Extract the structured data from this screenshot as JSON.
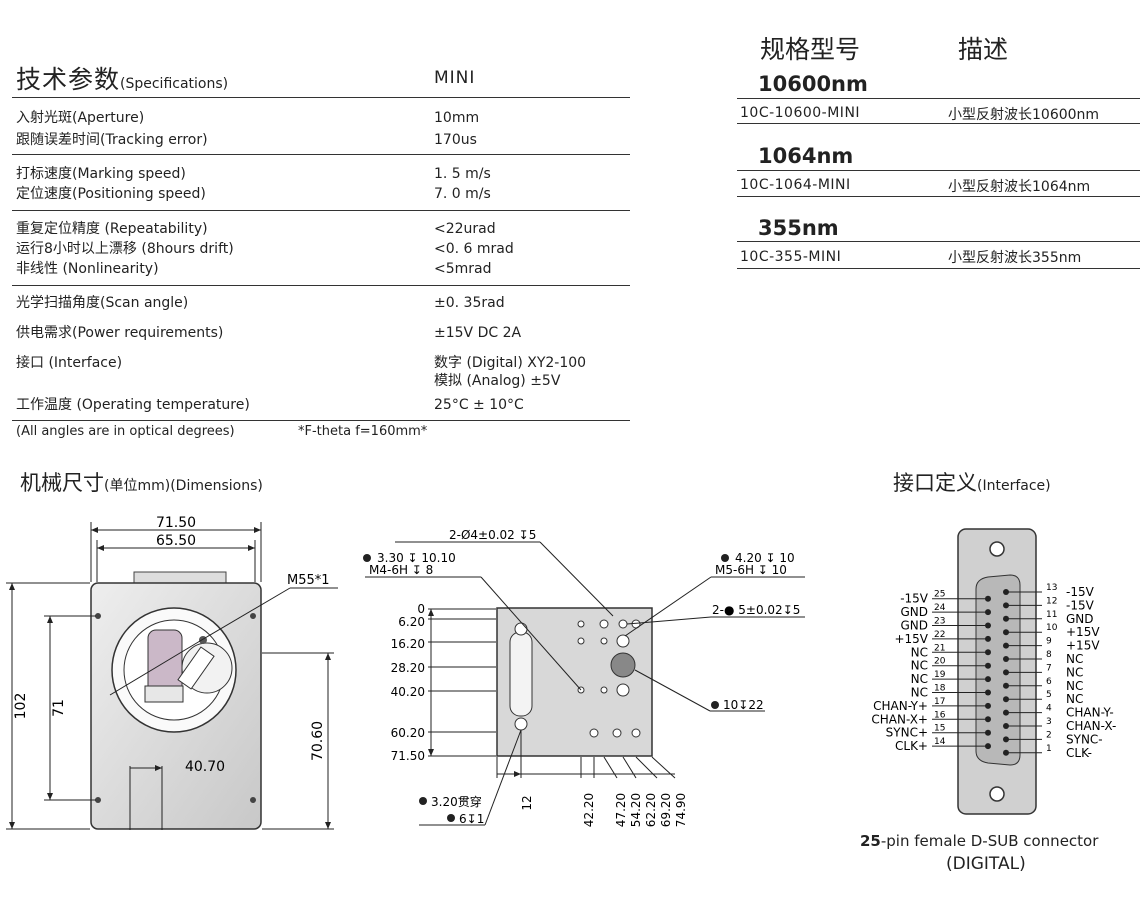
{
  "specs": {
    "title_cn": "技术参数",
    "title_en": "(Specifications)",
    "model_col": "MINI",
    "rows": [
      {
        "label": "入射光斑(Aperture)",
        "value": "10mm"
      },
      {
        "label": "跟随误差时间(Tracking error)",
        "value": "170us"
      },
      {
        "label": "打标速度(Marking speed)",
        "value": "1. 5  m/s"
      },
      {
        "label": "定位速度(Positioning speed)",
        "value": "7. 0  m/s"
      },
      {
        "label": "重复定位精度 (Repeatability)",
        "value": "<22urad"
      },
      {
        "label": "运行8小时以上漂移 (8hours drift)",
        "value": "<0. 6  mrad"
      },
      {
        "label": "非线性 (Nonlinearity)",
        "value": "<5mrad"
      },
      {
        "label": "光学扫描角度(Scan angle)",
        "value": "±0. 35rad"
      },
      {
        "label": "供电需求(Power requirements)",
        "value": "±15V  DC    2A"
      },
      {
        "label": "接口 (Interface)",
        "value": "数字 (Digital)    XY2-100"
      },
      {
        "label": "",
        "value": "模拟 (Analog)  ±5V"
      },
      {
        "label": "工作温度 (Operating temperature)",
        "value": "25°C ± 10°C"
      }
    ],
    "footnote_left": "(All angles are in optical degrees)",
    "footnote_right": "*F-theta    f=160mm*"
  },
  "models": {
    "head_model": "规格型号",
    "head_desc": "描述",
    "groups": [
      {
        "band": "10600nm",
        "model": "10C-10600-MINI",
        "desc": "小型反射波长10600nm"
      },
      {
        "band": "1064nm",
        "model": "10C-1064-MINI",
        "desc": "小型反射波长1064nm"
      },
      {
        "band": "355nm",
        "model": "10C-355-MINI",
        "desc": "小型反射波长355nm"
      }
    ]
  },
  "dimensions": {
    "title_cn": "机械尺寸",
    "title_unit": "(单位mm)",
    "title_en": "(Dimensions)",
    "front": {
      "w1": "71.50",
      "w2": "65.50",
      "h1": "102",
      "h2": "71",
      "h3": "70.60",
      "b": "40.70",
      "thread": "M55*1"
    },
    "side": {
      "hole_top": "2-Ø4±0.02",
      "hole_top_depth": "5",
      "h1": "3.30",
      "h1_depth": "10.10",
      "m4": "M4-6H",
      "m4_depth": "8",
      "h2": "4.20",
      "h2_depth": "10",
      "m5": "M5-6H",
      "m5_depth": "10",
      "h3": "2-",
      "h3b": "5±0.02",
      "h3_depth": "5",
      "h4": "10",
      "h4_depth": "22",
      "h5": "3.20贯穿",
      "h6": "6",
      "h6_depth": "1",
      "y_ticks": [
        "0",
        "6.20",
        "16.20",
        "28.20",
        "40.20",
        "60.20",
        "71.50"
      ],
      "x_ticks": [
        "12",
        "42.20",
        "47.20",
        "54.20",
        "62.20",
        "69.20",
        "74.90"
      ]
    }
  },
  "interface": {
    "title_cn": "接口定义",
    "title_en": "(Interface)",
    "pins_left": [
      {
        "n": "25",
        "s": "-15V"
      },
      {
        "n": "24",
        "s": "GND"
      },
      {
        "n": "23",
        "s": "GND"
      },
      {
        "n": "22",
        "s": "+15V"
      },
      {
        "n": "21",
        "s": "NC"
      },
      {
        "n": "20",
        "s": "NC"
      },
      {
        "n": "19",
        "s": "NC"
      },
      {
        "n": "18",
        "s": "NC"
      },
      {
        "n": "17",
        "s": "CHAN-Y+"
      },
      {
        "n": "16",
        "s": "CHAN-X+"
      },
      {
        "n": "15",
        "s": "SYNC+"
      },
      {
        "n": "14",
        "s": "CLK+"
      }
    ],
    "pins_right": [
      {
        "n": "13",
        "s": "-15V"
      },
      {
        "n": "12",
        "s": "-15V"
      },
      {
        "n": "11",
        "s": "GND"
      },
      {
        "n": "10",
        "s": "+15V"
      },
      {
        "n": "9",
        "s": "+15V"
      },
      {
        "n": "8",
        "s": "NC"
      },
      {
        "n": "7",
        "s": "NC"
      },
      {
        "n": "6",
        "s": "NC"
      },
      {
        "n": "5",
        "s": "NC"
      },
      {
        "n": "4",
        "s": "CHAN-Y-"
      },
      {
        "n": "3",
        "s": "CHAN-X-"
      },
      {
        "n": "2",
        "s": "SYNC-"
      },
      {
        "n": "1",
        "s": "CLK-"
      }
    ],
    "caption_num": "25",
    "caption_text": "-pin female D-SUB connector",
    "caption_sub": "(DIGITAL)"
  }
}
